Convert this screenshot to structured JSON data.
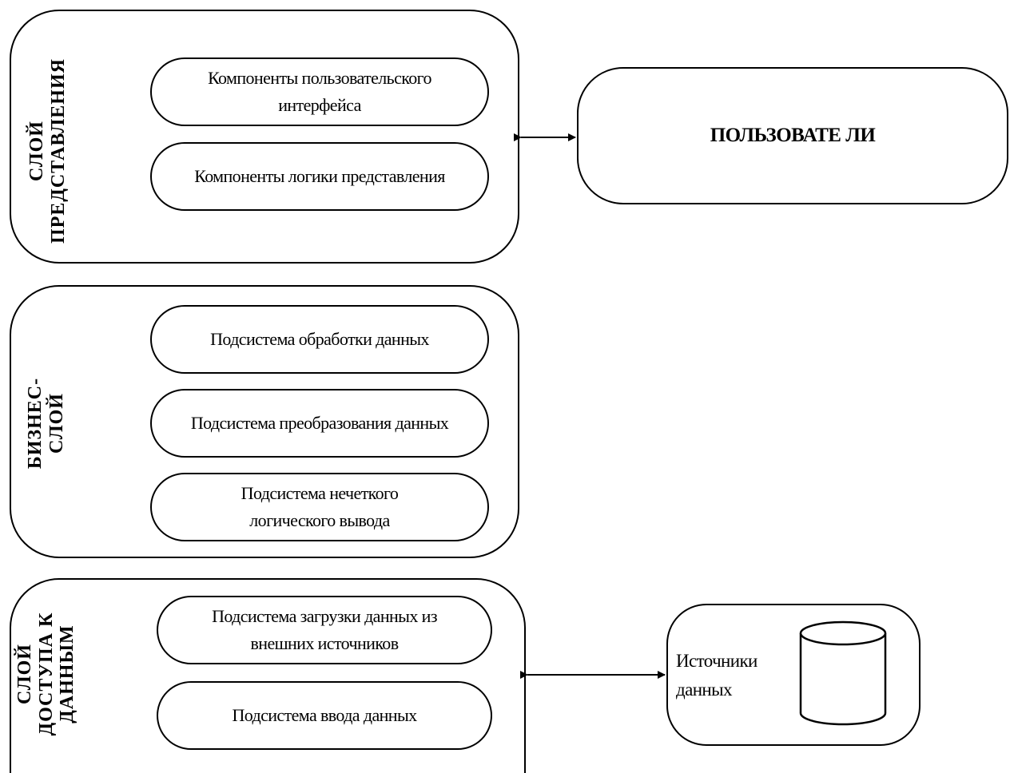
{
  "presentation_layer": {
    "title_line1": "СЛОЙ",
    "title_line2": "ПРЕДСТАВЛЕНИЯ",
    "components": [
      {
        "lines": [
          "Компоненты пользовательского",
          "интерфейса"
        ]
      },
      {
        "lines": [
          "Компоненты логики представления"
        ]
      }
    ]
  },
  "business_layer": {
    "title_line1": "БИЗНЕС-",
    "title_line2": "СЛОЙ",
    "components": [
      {
        "lines": [
          "Подсистема обработки данных"
        ]
      },
      {
        "lines": [
          "Подсистема преобразования данных"
        ]
      },
      {
        "lines": [
          "Подсистема нечеткого",
          "логического вывода"
        ]
      }
    ]
  },
  "data_access_layer": {
    "title_line1": "СЛОЙ",
    "title_line2": "ДОСТУПА К",
    "title_line3": "ДАННЫМ",
    "components": [
      {
        "lines": [
          "Подсистема загрузки данных из",
          "внешних источников"
        ]
      },
      {
        "lines": [
          "Подсистема ввода данных"
        ]
      }
    ]
  },
  "users": {
    "label": "ПОЛЬЗОВАТЕ ЛИ"
  },
  "data_sources": {
    "line1": "Источники",
    "line2": "данных",
    "icon": "database-cylinder-icon"
  }
}
